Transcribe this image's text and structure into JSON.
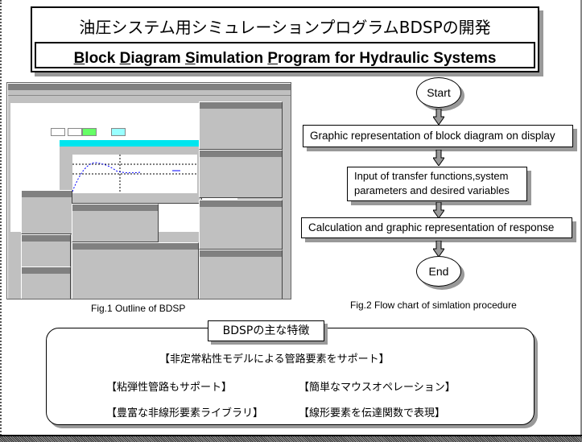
{
  "title": {
    "japanese": "油圧システム用シミュレーションプログラムBDSPの開発",
    "english_words": [
      {
        "initial": "B",
        "rest": "lock"
      },
      {
        "initial": "D",
        "rest": "iagram"
      },
      {
        "initial": "S",
        "rest": "imulation"
      },
      {
        "initial": "P",
        "rest": "rogram"
      }
    ],
    "english_tail": "for Hydraulic Systems"
  },
  "figure1": {
    "caption": "Fig.1    Outline of BDSP"
  },
  "flowchart": {
    "start": "Start",
    "steps": [
      "Graphic representation of block diagram on display",
      "Input of transfer functions,system parameters and desired variables",
      "Calculation and graphic representation of response"
    ],
    "end": "End",
    "caption": "Fig.2 Flow chart of simlation procedure"
  },
  "features": {
    "heading": "BDSPの主な特徴",
    "items": [
      "【非定常粘性モデルによる管路要素をサポート】",
      "【粘弾性管路もサポート】",
      "【簡単なマウスオペレーション】",
      "【豊富な非線形要素ライブラリ】",
      "【線形要素を伝達関数で表現】"
    ]
  },
  "colors": {
    "active_title": "#00e5ee",
    "curve": "#0000ff",
    "window": "#c0c0c0"
  }
}
